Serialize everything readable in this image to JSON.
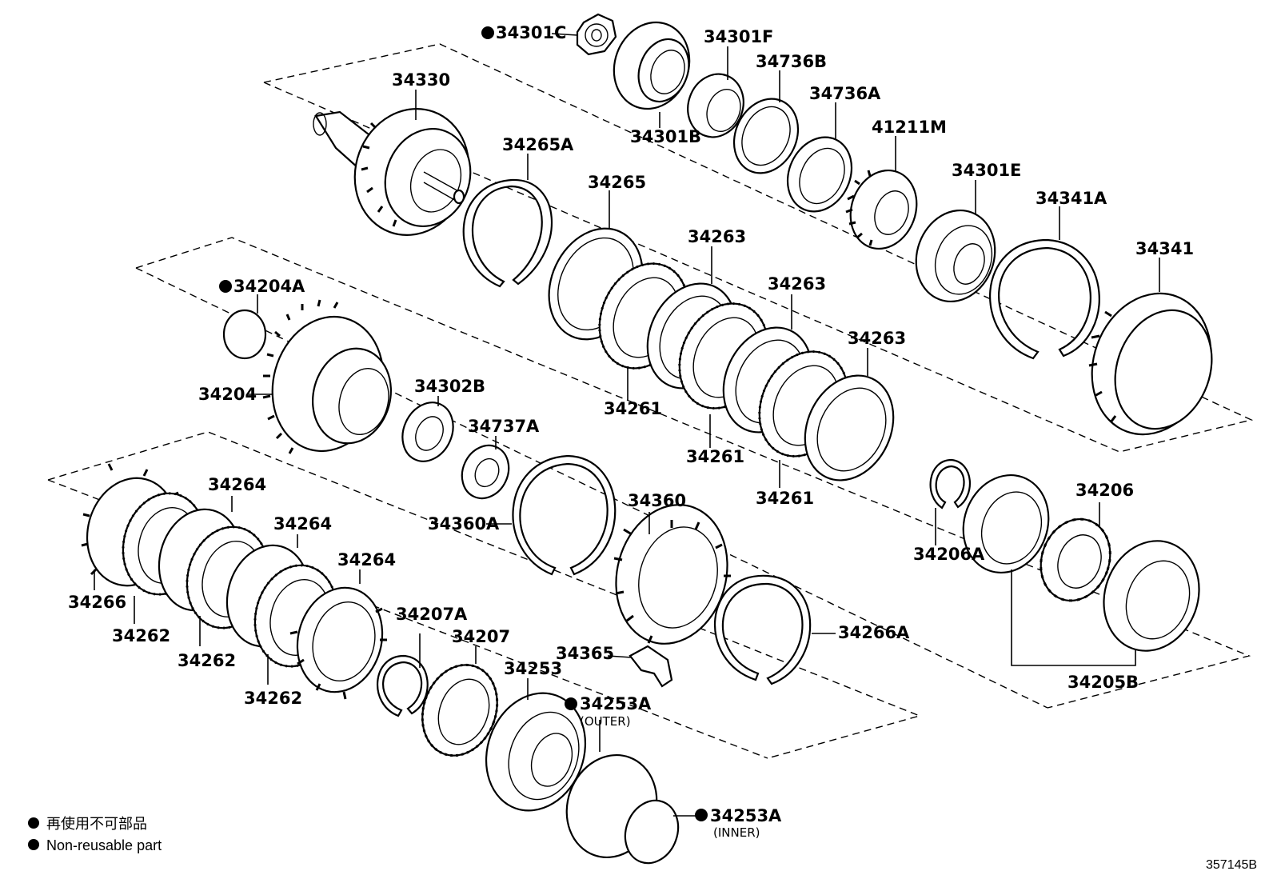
{
  "non_reusable_mark": "●",
  "legend": {
    "japanese": "再使用不可部品",
    "english": "Non-reusable part"
  },
  "document_id": "357145B",
  "parts": [
    {
      "id": "34301C",
      "non_reusable": true
    },
    {
      "id": "34301F"
    },
    {
      "id": "34736B"
    },
    {
      "id": "34736A"
    },
    {
      "id": "34330"
    },
    {
      "id": "34301B"
    },
    {
      "id": "41211M"
    },
    {
      "id": "34265A"
    },
    {
      "id": "34301E"
    },
    {
      "id": "34341A"
    },
    {
      "id": "34265"
    },
    {
      "id": "34263"
    },
    {
      "id": "34341"
    },
    {
      "id": "34204A",
      "non_reusable": true
    },
    {
      "id": "34204"
    },
    {
      "id": "34302B"
    },
    {
      "id": "34261"
    },
    {
      "id": "34737A"
    },
    {
      "id": "34264"
    },
    {
      "id": "34360"
    },
    {
      "id": "34360A"
    },
    {
      "id": "34206"
    },
    {
      "id": "34206A"
    },
    {
      "id": "34266"
    },
    {
      "id": "34262"
    },
    {
      "id": "34207A"
    },
    {
      "id": "34207"
    },
    {
      "id": "34365"
    },
    {
      "id": "34266A"
    },
    {
      "id": "34253"
    },
    {
      "id": "34253A",
      "non_reusable": true,
      "note": "(OUTER)"
    },
    {
      "id": "34205B"
    },
    {
      "id": "34253A",
      "non_reusable": true,
      "note": "(INNER)"
    }
  ]
}
